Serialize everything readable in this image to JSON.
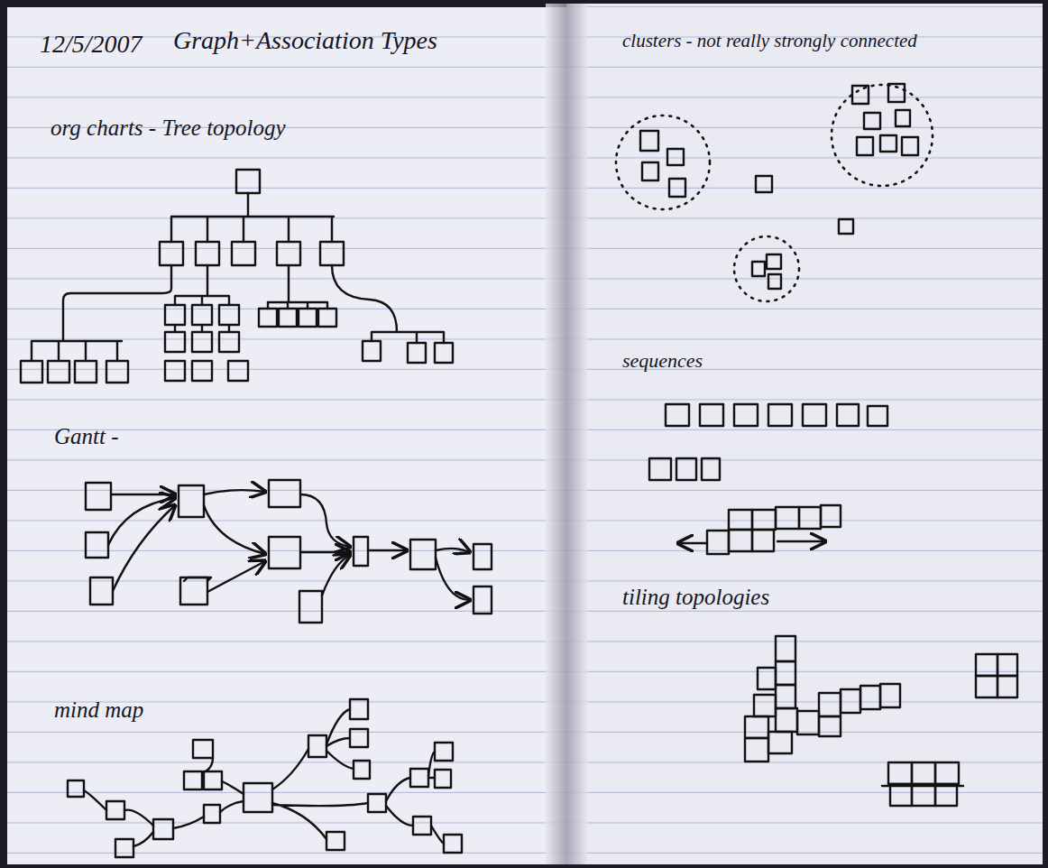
{
  "diagram": {
    "title": "Graph+Association Types",
    "labels": [
      "12/5/2007",
      "org charts - Tree topology",
      "Gantt -",
      "mind map",
      "clusters - not really strongly connected",
      "sequences",
      "tiling topologies"
    ]
  }
}
